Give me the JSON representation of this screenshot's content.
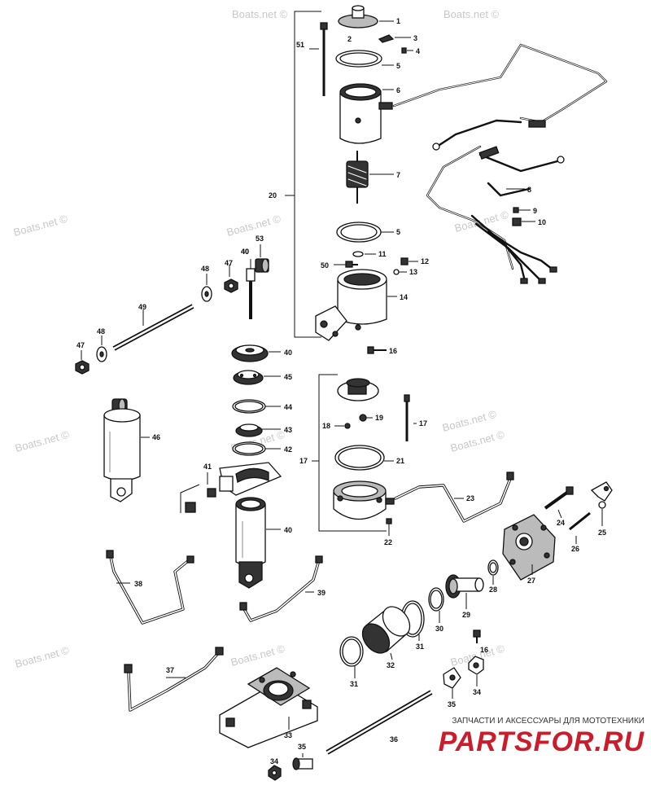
{
  "watermarks": [
    "Boats.net ©",
    "Boats.net ©",
    "Boats.net ©",
    "Boats.net ©",
    "Boats.net ©",
    "Boats.net ©",
    "Boats.net ©",
    "Boats.net ©",
    "Boats.net ©",
    "Boats.net ©",
    "Boats.net ©",
    "Boats.net ©"
  ],
  "callouts": [
    "1",
    "2",
    "3",
    "4",
    "5",
    "6",
    "7",
    "8",
    "9",
    "10",
    "5",
    "11",
    "12",
    "13",
    "14",
    "16",
    "17",
    "18",
    "19",
    "17",
    "21",
    "22",
    "23",
    "24",
    "25",
    "26",
    "27",
    "28",
    "29",
    "30",
    "31",
    "32",
    "31",
    "16",
    "34",
    "35",
    "33",
    "34",
    "35",
    "36",
    "37",
    "38",
    "39",
    "40",
    "41",
    "40",
    "42",
    "43",
    "44",
    "45",
    "40",
    "46",
    "47",
    "48",
    "49",
    "47",
    "48",
    "40",
    "53",
    "50",
    "51",
    "20"
  ],
  "brand": {
    "caption": "ЗАПЧАСТИ И АКСЕССУАРЫ ДЛЯ МОТОТЕХНИКИ",
    "logo": "PARTSFOR.RU",
    "color": "#cc1c2c"
  }
}
